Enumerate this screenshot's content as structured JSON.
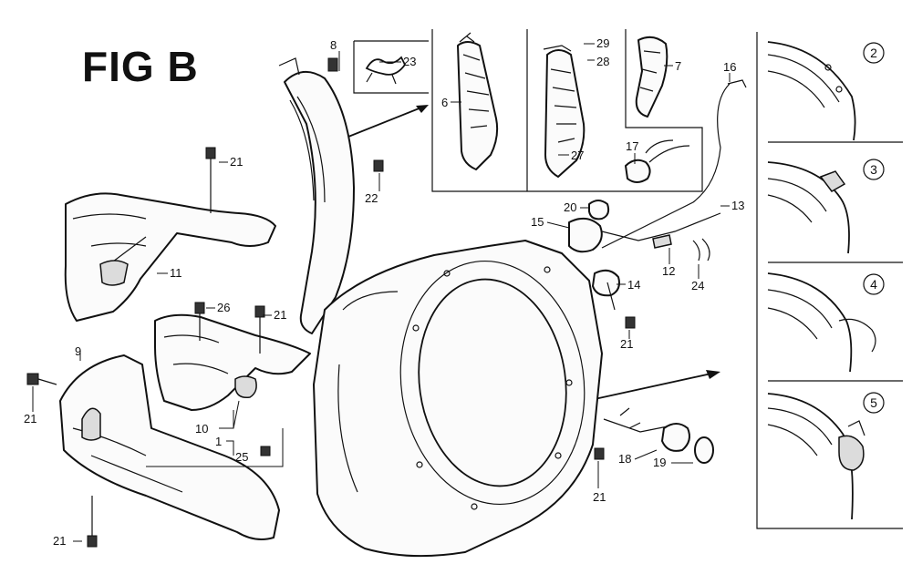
{
  "figure": {
    "title": "FIG B"
  },
  "callouts": [
    {
      "id": "c21a",
      "text": "21"
    },
    {
      "id": "c22",
      "text": "22"
    },
    {
      "id": "c8",
      "text": "8"
    },
    {
      "id": "c23",
      "text": "23"
    },
    {
      "id": "c6",
      "text": "6"
    },
    {
      "id": "c27",
      "text": "27"
    },
    {
      "id": "c29",
      "text": "29"
    },
    {
      "id": "c28",
      "text": "28"
    },
    {
      "id": "c7",
      "text": "7"
    },
    {
      "id": "c16",
      "text": "16"
    },
    {
      "id": "c17",
      "text": "17"
    },
    {
      "id": "c20",
      "text": "20"
    },
    {
      "id": "c15",
      "text": "15"
    },
    {
      "id": "c13",
      "text": "13"
    },
    {
      "id": "c12",
      "text": "12"
    },
    {
      "id": "c24",
      "text": "24"
    },
    {
      "id": "c14",
      "text": "14"
    },
    {
      "id": "c21b",
      "text": "21"
    },
    {
      "id": "c11",
      "text": "11"
    },
    {
      "id": "c26",
      "text": "26"
    },
    {
      "id": "c21c",
      "text": "21"
    },
    {
      "id": "c9",
      "text": "9"
    },
    {
      "id": "c21d",
      "text": "21"
    },
    {
      "id": "c10",
      "text": "10"
    },
    {
      "id": "c1",
      "text": "1"
    },
    {
      "id": "c25",
      "text": "25"
    },
    {
      "id": "c21e",
      "text": "21"
    },
    {
      "id": "c18",
      "text": "18"
    },
    {
      "id": "c19",
      "text": "19"
    },
    {
      "id": "c21f",
      "text": "21"
    }
  ],
  "variant_panels": [
    {
      "id": "v2",
      "text": "2"
    },
    {
      "id": "v3",
      "text": "3"
    },
    {
      "id": "v4",
      "text": "4"
    },
    {
      "id": "v5",
      "text": "5"
    }
  ]
}
